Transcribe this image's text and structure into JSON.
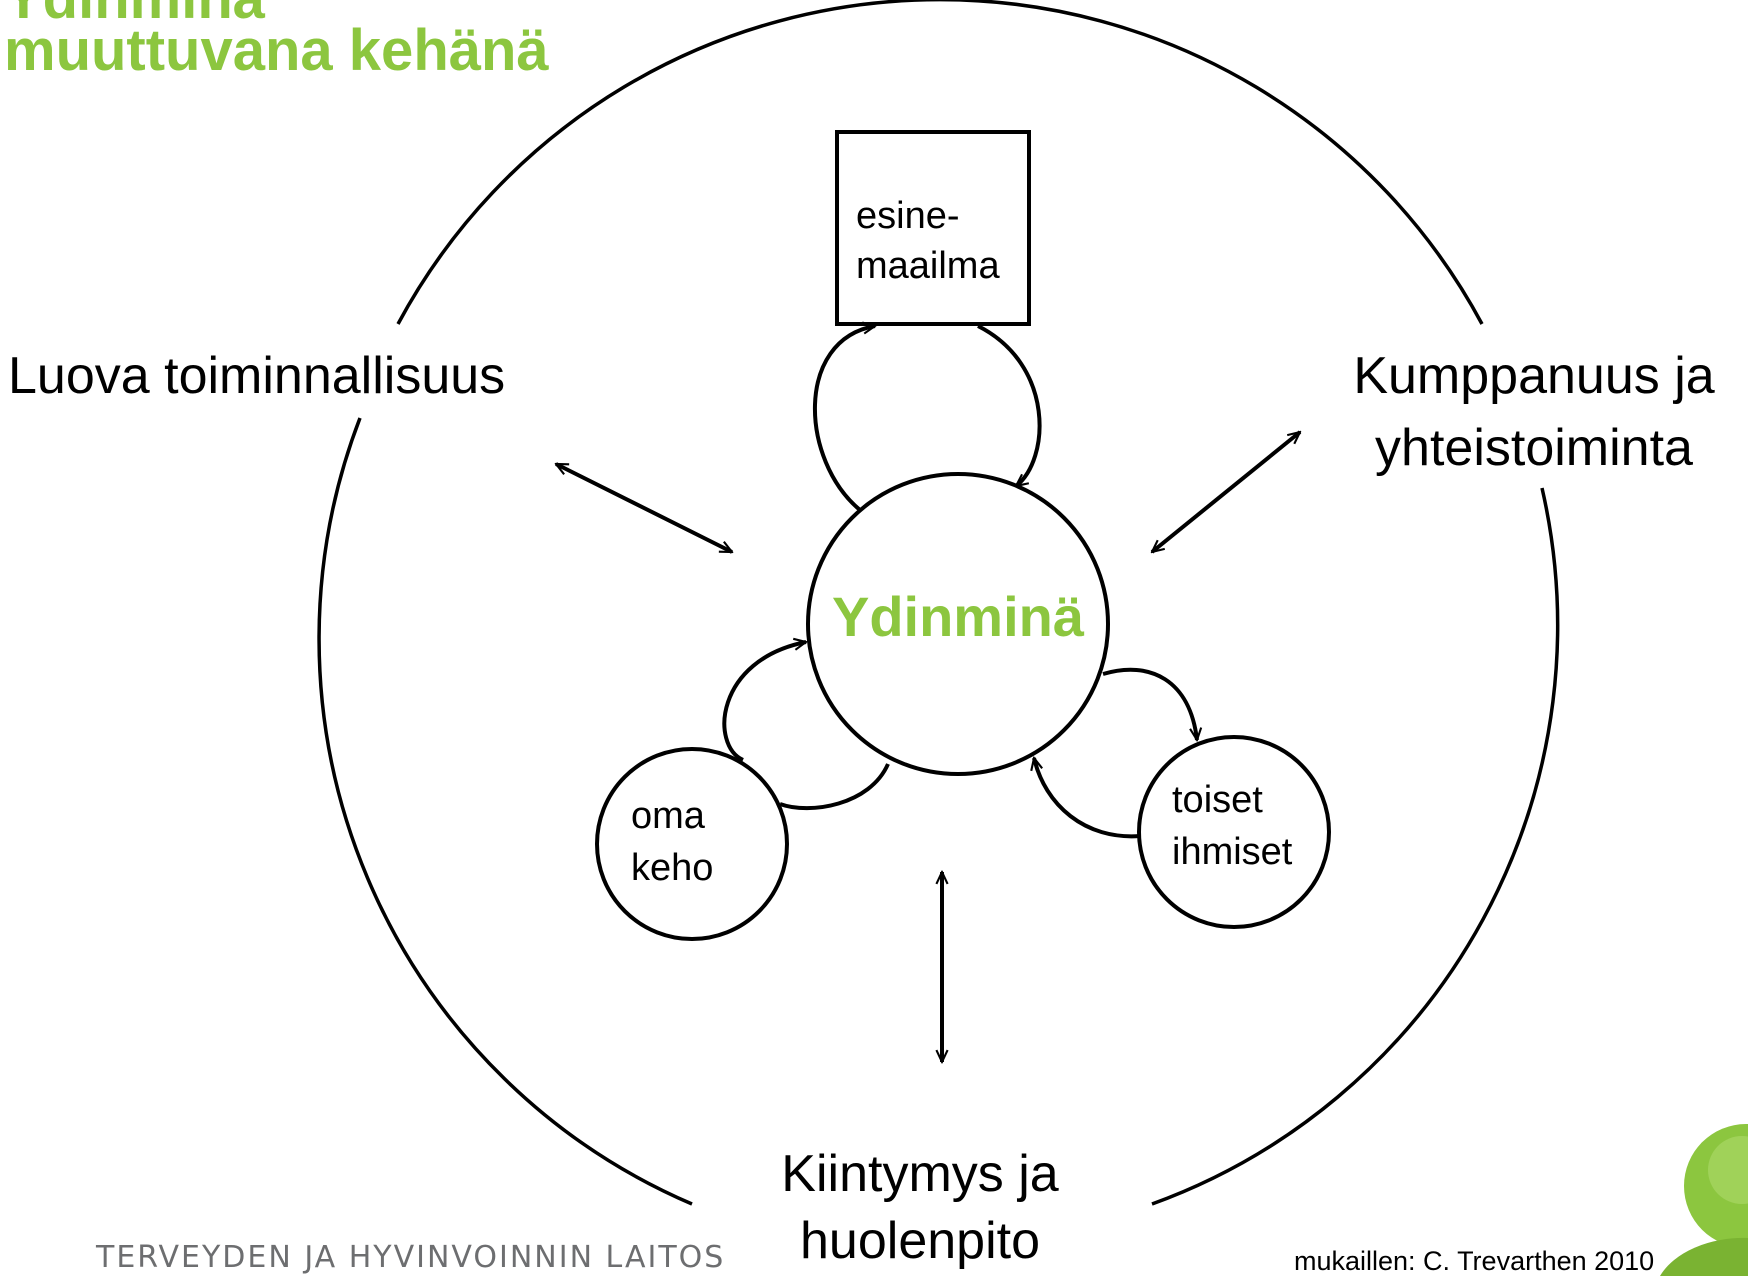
{
  "title": {
    "line1": "Ydinminä",
    "line2": "muuttuvana kehänä"
  },
  "core": {
    "label": "Ydinminä"
  },
  "nodes": {
    "object_world": {
      "line1": "esine-",
      "line2": "maailma"
    },
    "own_body": {
      "line1": "oma",
      "line2": "keho"
    },
    "other_people": {
      "line1": "toiset",
      "line2": "ihmiset"
    }
  },
  "outer_labels": {
    "creative_activity": "Luova toiminnallisuus",
    "partnership": {
      "line1": "Kumppanuus ja",
      "line2": "yhteistoiminta"
    },
    "attachment": {
      "line1": "Kiintymys ja",
      "line2": "huolenpito"
    }
  },
  "footer": {
    "organization": "TERVEYDEN JA HYVINVOINNIN LAITOS",
    "source": "mukaillen: C. Trevarthen 2010"
  },
  "colors": {
    "accent_green": "#8cc63f",
    "ink": "#000000",
    "footer_gray": "#6d6e70"
  }
}
